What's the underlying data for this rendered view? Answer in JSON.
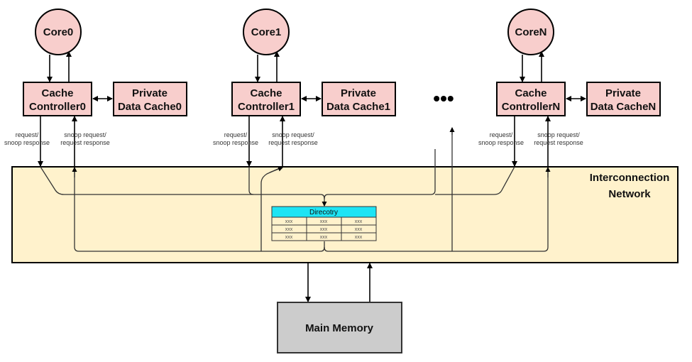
{
  "colors": {
    "node_fill": "#f8cecc",
    "network_fill": "#fff2cc",
    "directory_header": "#1ee4f4",
    "memory_fill": "#cccccc",
    "stroke": "#000000"
  },
  "cores": [
    {
      "core": "Core0",
      "controller": [
        "Cache",
        "Controller0"
      ],
      "cache": [
        "Private",
        "Data Cache0"
      ]
    },
    {
      "core": "Core1",
      "controller": [
        "Cache",
        "Controller1"
      ],
      "cache": [
        "Private",
        "Data Cache1"
      ]
    },
    {
      "core": "CoreN",
      "controller": [
        "Cache",
        "ControllerN"
      ],
      "cache": [
        "Private",
        "Data CacheN"
      ]
    }
  ],
  "link_labels": {
    "down": [
      "request/",
      "snoop response"
    ],
    "up": [
      "snoop request/",
      "request response"
    ]
  },
  "ellipsis": "•••",
  "network": {
    "title": [
      "Interconnection",
      "Network"
    ]
  },
  "directory": {
    "title": "Direcotry",
    "rows": [
      [
        "xxx",
        "xxx",
        "xxx"
      ],
      [
        "xxx",
        "xxx",
        "xxx"
      ],
      [
        "xxx",
        "xxx",
        "xxx"
      ]
    ]
  },
  "memory": {
    "label": "Main Memory"
  }
}
